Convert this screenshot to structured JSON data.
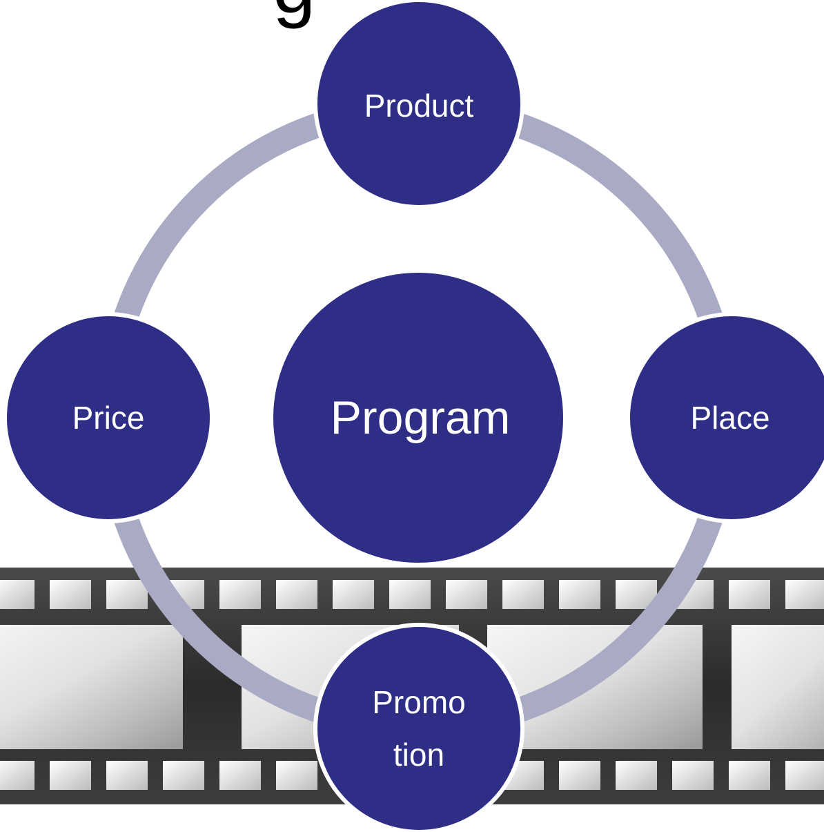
{
  "title": "g",
  "diagram": {
    "center": {
      "label": "Program"
    },
    "nodes": [
      {
        "id": "product",
        "label": "Product"
      },
      {
        "id": "place",
        "label": "Place"
      },
      {
        "id": "promotion",
        "label_lines": [
          "Promo",
          "tion"
        ]
      },
      {
        "id": "price",
        "label": "Price"
      }
    ]
  },
  "colors": {
    "node_fill": "#2e2e87",
    "ring": "#a9aac4",
    "film_base": "#2f2f2f",
    "frame_light": "#f4f4f4",
    "frame_mid": "#c9c9c9"
  },
  "decor": {
    "background_image": "film-strip"
  }
}
